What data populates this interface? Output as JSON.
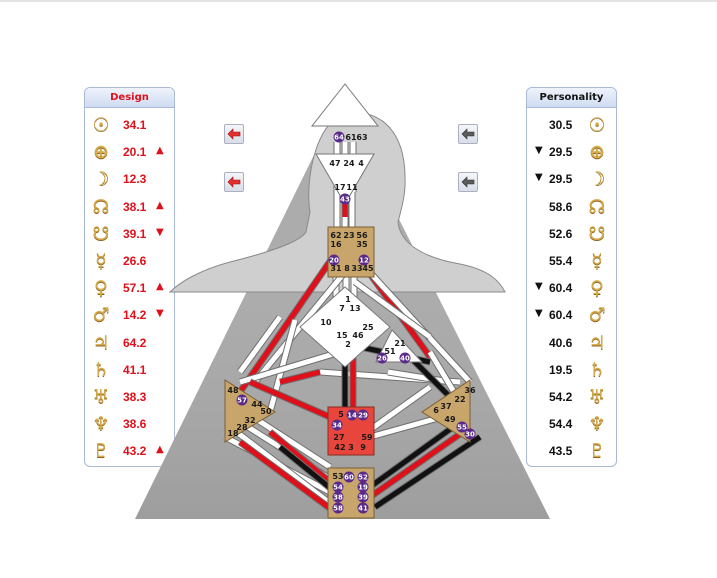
{
  "design": {
    "title": "Design",
    "color": "#e0101a",
    "rows": [
      {
        "icon": "sun-icon",
        "glyph": "☉",
        "value": "34.1",
        "arrow": ""
      },
      {
        "icon": "earth-icon",
        "glyph": "⊕",
        "value": "20.1",
        "arrow": "▲"
      },
      {
        "icon": "moon-icon",
        "glyph": "☽",
        "value": "12.3",
        "arrow": ""
      },
      {
        "icon": "north-node-icon",
        "glyph": "☊",
        "value": "38.1",
        "arrow": "▲"
      },
      {
        "icon": "south-node-icon",
        "glyph": "☋",
        "value": "39.1",
        "arrow": "▼"
      },
      {
        "icon": "mercury-icon",
        "glyph": "☿",
        "value": "26.6",
        "arrow": ""
      },
      {
        "icon": "venus-icon",
        "glyph": "♀",
        "value": "57.1",
        "arrow": "▲"
      },
      {
        "icon": "mars-icon",
        "glyph": "♂",
        "value": "14.2",
        "arrow": "▼"
      },
      {
        "icon": "jupiter-icon",
        "glyph": "♃",
        "value": "64.2",
        "arrow": ""
      },
      {
        "icon": "saturn-icon",
        "glyph": "♄",
        "value": "41.1",
        "arrow": ""
      },
      {
        "icon": "uranus-icon",
        "glyph": "♅",
        "value": "38.3",
        "arrow": ""
      },
      {
        "icon": "neptune-icon",
        "glyph": "♆",
        "value": "38.6",
        "arrow": ""
      },
      {
        "icon": "pluto-icon",
        "glyph": "♇",
        "value": "43.2",
        "arrow": "▲"
      }
    ]
  },
  "personality": {
    "title": "Personality",
    "color": "#111111",
    "rows": [
      {
        "icon": "sun-icon",
        "glyph": "☉",
        "value": "30.5",
        "arrow": ""
      },
      {
        "icon": "earth-icon",
        "glyph": "⊕",
        "value": "29.5",
        "arrow": "▼"
      },
      {
        "icon": "moon-icon",
        "glyph": "☽",
        "value": "29.5",
        "arrow": "▼"
      },
      {
        "icon": "north-node-icon",
        "glyph": "☊",
        "value": "58.6",
        "arrow": ""
      },
      {
        "icon": "south-node-icon",
        "glyph": "☋",
        "value": "52.6",
        "arrow": ""
      },
      {
        "icon": "mercury-icon",
        "glyph": "☿",
        "value": "55.4",
        "arrow": ""
      },
      {
        "icon": "venus-icon",
        "glyph": "♀",
        "value": "60.4",
        "arrow": "▼"
      },
      {
        "icon": "mars-icon",
        "glyph": "♂",
        "value": "60.4",
        "arrow": "▼"
      },
      {
        "icon": "jupiter-icon",
        "glyph": "♃",
        "value": "40.6",
        "arrow": ""
      },
      {
        "icon": "saturn-icon",
        "glyph": "♄",
        "value": "19.5",
        "arrow": ""
      },
      {
        "icon": "uranus-icon",
        "glyph": "♅",
        "value": "54.2",
        "arrow": ""
      },
      {
        "icon": "neptune-icon",
        "glyph": "♆",
        "value": "54.4",
        "arrow": ""
      },
      {
        "icon": "pluto-icon",
        "glyph": "♇",
        "value": "43.5",
        "arrow": ""
      }
    ]
  },
  "nav": {
    "design_icon": "red-arrow-left-icon",
    "personality_icon": "gray-arrow-left-icon",
    "design_color": "#e23030",
    "personality_color": "#5b5b5b"
  },
  "bodygraph": {
    "colors": {
      "design": "#e0101a",
      "personality": "#111111",
      "center_defined": "#c8a56a",
      "sacral": "#e8463c",
      "undefined": "#ffffff",
      "silhouette": "#a9a9a9",
      "badge": "#5a2a8a"
    },
    "gates_head": [
      "64",
      "61",
      "63"
    ],
    "gates_ajna": [
      "47",
      "24",
      "4",
      "17",
      "11",
      "43"
    ],
    "gates_throat": [
      "62",
      "23",
      "56",
      "16",
      "35",
      "20",
      "12",
      "31",
      "8",
      "33",
      "45"
    ],
    "gates_g": [
      "1",
      "7",
      "13",
      "10",
      "15",
      "46",
      "2",
      "25"
    ],
    "gates_heart": [
      "21",
      "51",
      "26",
      "40"
    ],
    "gates_spleen": [
      "48",
      "57",
      "44",
      "50",
      "32",
      "28",
      "18"
    ],
    "gates_sacral": [
      "5",
      "14",
      "29",
      "34",
      "27",
      "59",
      "42",
      "3",
      "9"
    ],
    "gates_solar": [
      "36",
      "22",
      "37",
      "6",
      "49",
      "55",
      "30"
    ],
    "gates_root": [
      "53",
      "60",
      "52",
      "54",
      "19",
      "38",
      "39",
      "58",
      "41"
    ]
  }
}
